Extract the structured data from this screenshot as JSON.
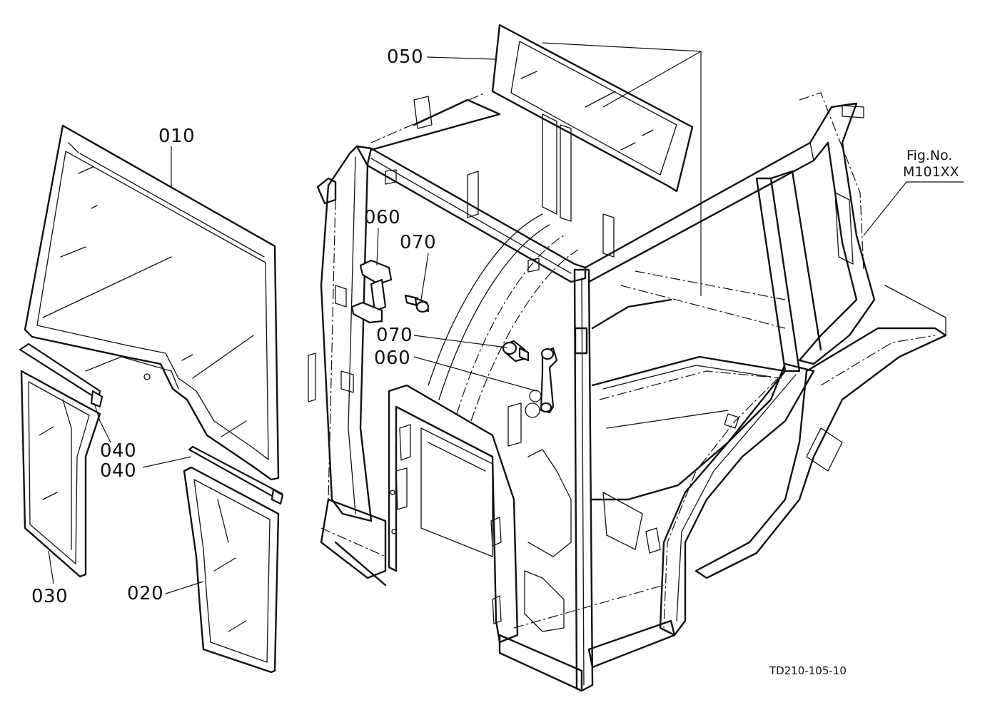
{
  "diagram": {
    "labels": {
      "p010": "010",
      "p020": "020",
      "p030": "030",
      "p040a": "040",
      "p040b": "040",
      "p050": "050",
      "p060a": "060",
      "p060b": "060",
      "p070a": "070",
      "p070b": "070"
    },
    "fig_ref": {
      "title": "Fig.No.",
      "number": "M101XX"
    },
    "drawing_code": "TD210-105-10"
  }
}
